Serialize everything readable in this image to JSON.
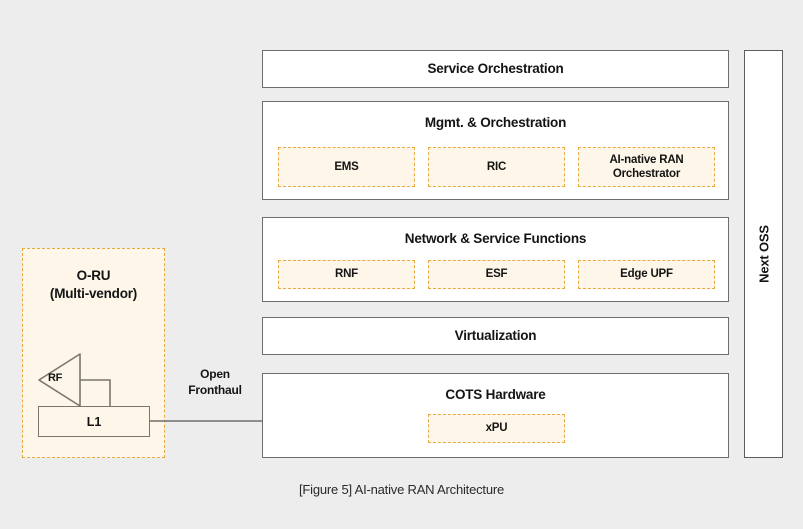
{
  "figure": {
    "caption": "[Figure 5] AI-native RAN Architecture",
    "background_color": "#EDEDED",
    "accent_color": "#EAA93F",
    "subbox_fill": "#FDF6E9",
    "panel_border": "#6E6E6E"
  },
  "oru": {
    "title_line1": "O-RU",
    "title_line2": "(Multi-vendor)",
    "rf_label": "RF",
    "l1_label": "L1"
  },
  "interface": {
    "label_line1": "Open",
    "label_line2": "Fronthaul"
  },
  "side_column": {
    "label": "Next OSS"
  },
  "layers": [
    {
      "id": "service-orchestration",
      "title": "Service Orchestration",
      "components": []
    },
    {
      "id": "mgmt-orchestration",
      "title": "Mgmt. & Orchestration",
      "components": [
        {
          "label": "EMS"
        },
        {
          "label": "RIC"
        },
        {
          "label": "AI-native RAN\nOrchestrator"
        }
      ]
    },
    {
      "id": "network-service-functions",
      "title": "Network & Service Functions",
      "components": [
        {
          "label": "RNF"
        },
        {
          "label": "ESF"
        },
        {
          "label": "Edge UPF"
        }
      ]
    },
    {
      "id": "virtualization",
      "title": "Virtualization",
      "components": []
    },
    {
      "id": "cots-hardware",
      "title": "COTS Hardware",
      "components": [
        {
          "label": "xPU"
        }
      ]
    }
  ]
}
